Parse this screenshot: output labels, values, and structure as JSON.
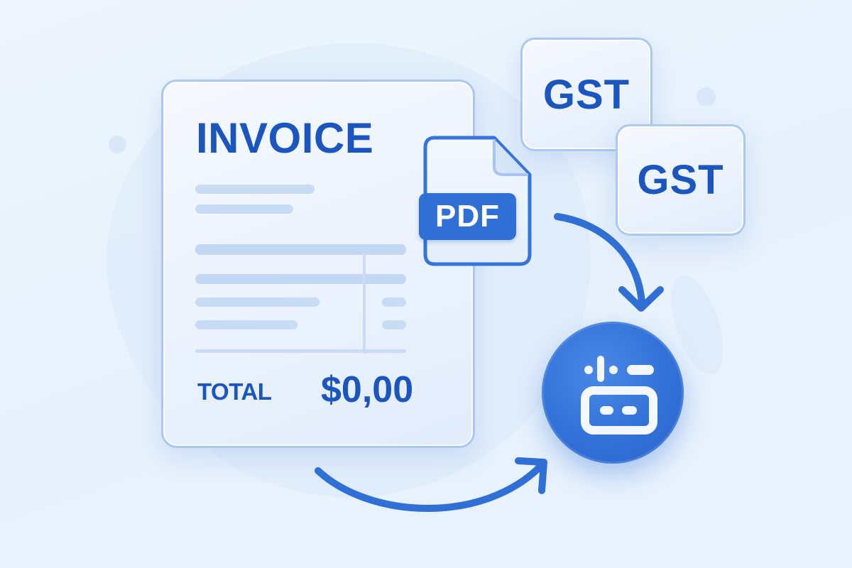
{
  "illustration": {
    "theme_colors": {
      "background": "#eaf3fd",
      "primary_blue": "#2f6fd6",
      "text_blue": "#1b55c0",
      "card_border": "#aac8f0",
      "placeholder_bar": "#c8dcf6"
    },
    "invoice": {
      "title": "INVOICE",
      "total_label": "TOTAL",
      "total_value": "$0,00"
    },
    "pdf_file": {
      "label": "PDF",
      "icon": "file-pdf-icon"
    },
    "gst_badges": [
      {
        "label": "GST"
      },
      {
        "label": "GST"
      }
    ],
    "process_node": {
      "icon": "accounting-device-icon"
    },
    "arrows": [
      {
        "name": "arrow-pdf-to-process",
        "direction": "down"
      },
      {
        "name": "arrow-invoice-to-process",
        "direction": "up-right"
      }
    ]
  }
}
